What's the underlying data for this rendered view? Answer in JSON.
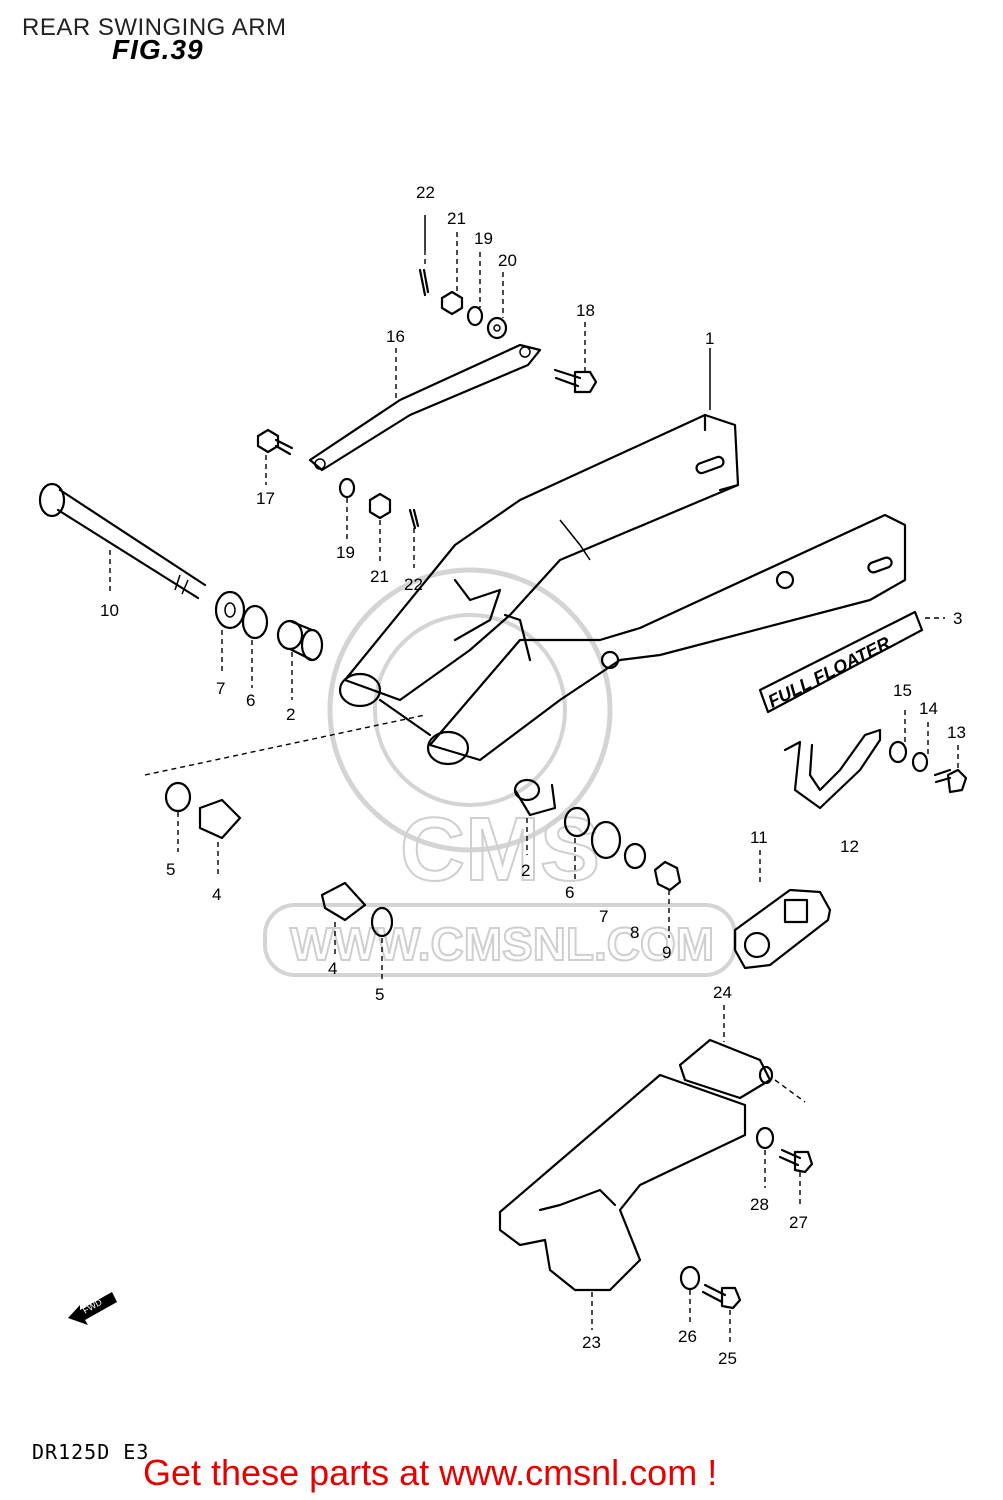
{
  "header": {
    "title": "REAR SWINGING ARM",
    "figure": "FIG.39"
  },
  "footer": {
    "model_code": "DR125D E3",
    "link_text": "Get these parts at www.cmsnl.com !",
    "link_color": "#e60000"
  },
  "watermark": {
    "text": "WWW.CMSNL.COM",
    "logo_text": "CMS"
  },
  "decal_text": "FULL FLOATER",
  "fwd_label": "FWD",
  "callouts": [
    {
      "id": "c22a",
      "number": "22"
    },
    {
      "id": "c21a",
      "number": "21"
    },
    {
      "id": "c19a",
      "number": "19"
    },
    {
      "id": "c20",
      "number": "20"
    },
    {
      "id": "c18",
      "number": "18"
    },
    {
      "id": "c16",
      "number": "16"
    },
    {
      "id": "c1",
      "number": "1"
    },
    {
      "id": "c17",
      "number": "17"
    },
    {
      "id": "c19b",
      "number": "19"
    },
    {
      "id": "c21b",
      "number": "21"
    },
    {
      "id": "c22b",
      "number": "22"
    },
    {
      "id": "c10",
      "number": "10"
    },
    {
      "id": "c3",
      "number": "3"
    },
    {
      "id": "c7a",
      "number": "7"
    },
    {
      "id": "c6a",
      "number": "6"
    },
    {
      "id": "c2a",
      "number": "2"
    },
    {
      "id": "c15",
      "number": "15"
    },
    {
      "id": "c14",
      "number": "14"
    },
    {
      "id": "c13",
      "number": "13"
    },
    {
      "id": "c12",
      "number": "12"
    },
    {
      "id": "c11",
      "number": "11"
    },
    {
      "id": "c5a",
      "number": "5"
    },
    {
      "id": "c4a",
      "number": "4"
    },
    {
      "id": "c2b",
      "number": "2"
    },
    {
      "id": "c6b",
      "number": "6"
    },
    {
      "id": "c7b",
      "number": "7"
    },
    {
      "id": "c8",
      "number": "8"
    },
    {
      "id": "c9",
      "number": "9"
    },
    {
      "id": "c4b",
      "number": "4"
    },
    {
      "id": "c5b",
      "number": "5"
    },
    {
      "id": "c24",
      "number": "24"
    },
    {
      "id": "c28",
      "number": "28"
    },
    {
      "id": "c27",
      "number": "27"
    },
    {
      "id": "c23",
      "number": "23"
    },
    {
      "id": "c26",
      "number": "26"
    },
    {
      "id": "c25",
      "number": "25"
    }
  ]
}
